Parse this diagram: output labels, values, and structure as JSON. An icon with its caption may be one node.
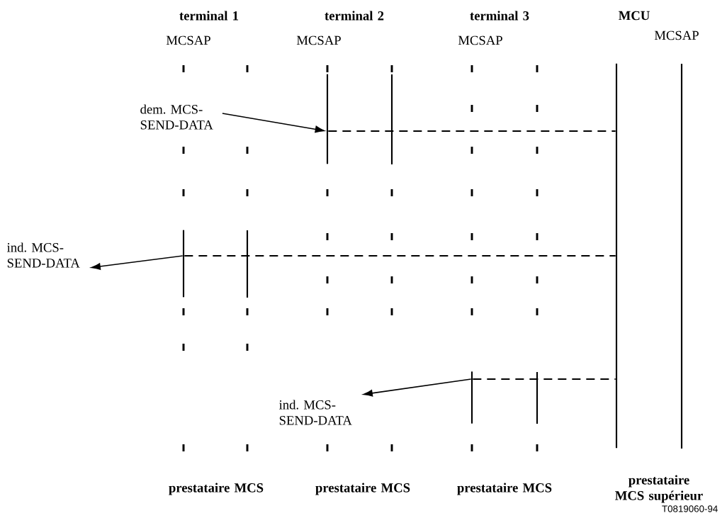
{
  "diagram": {
    "nodes": [
      {
        "text": [
          "dem. MCS-SEND-DATA"
        ]
      },
      {
        "text": [],
        "shape": "bar"
      },
      {
        "text": [],
        "shape": "bar"
      },
      {
        "text": [
          "ind. MCS-SEND-DATA"
        ]
      },
      {
        "text": [],
        "shape": "bar"
      },
      {
        "text": [
          "ind. MCS-SEND-DATA"
        ]
      },
      {
        "text": [],
        "shape": "bar"
      }
    ],
    "edges": [
      {
        "from": 0,
        "to": 1,
        "arrow": "to"
      },
      {
        "from": 1,
        "to": 2,
        "arrow": "none",
        "style": "dashed"
      },
      {
        "from": 4,
        "to": 3,
        "arrow": "to"
      },
      {
        "from": 4,
        "to": 2,
        "arrow": "none",
        "style": "dashed"
      },
      {
        "from": 6,
        "to": 5,
        "arrow": "to"
      },
      {
        "from": 6,
        "to": 2,
        "arrow": "none",
        "style": "dashed"
      }
    ],
    "labels": [
      "terminal 1",
      "terminal 2",
      "terminal 3",
      "MCU",
      "MCSAP",
      "MCSAP",
      "MCSAP",
      "MCSAP",
      "prestataire MCS",
      "prestataire MCS",
      "prestataire MCS",
      "prestataire MCS supérieur",
      "T0819060-94"
    ]
  }
}
